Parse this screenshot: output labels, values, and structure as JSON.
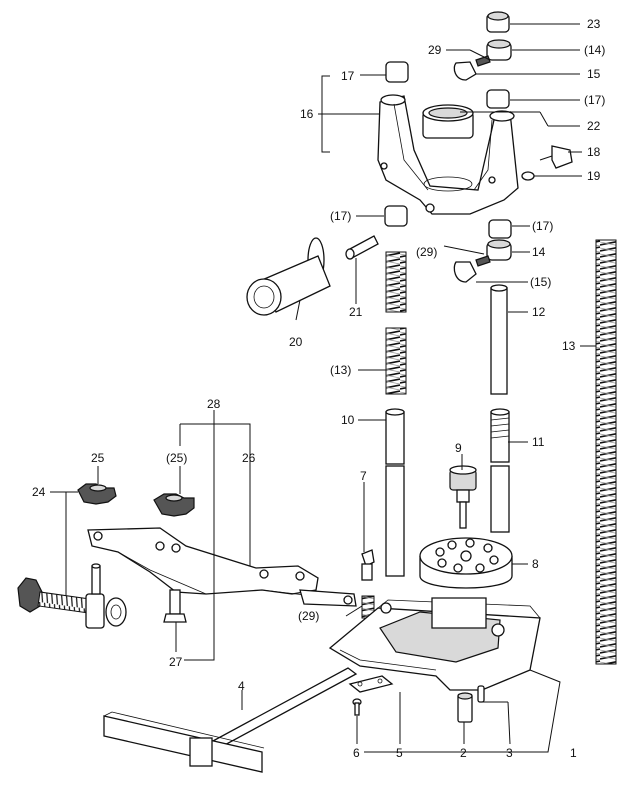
{
  "callouts": {
    "p23": "23",
    "p29a": "29",
    "p14a": "(14)",
    "p17a": "17",
    "p15a": "15",
    "p17b": "(17)",
    "p16": "16",
    "p22": "22",
    "p18": "18",
    "p19": "19",
    "p17c": "(17)",
    "p17d": "(17)",
    "p29b": "(29)",
    "p14b": "14",
    "p15b": "(15)",
    "p12": "12",
    "p21": "21",
    "p20": "20",
    "p13a": "(13)",
    "p13b": "13",
    "p28": "28",
    "p10": "10",
    "p9": "9",
    "p11": "11",
    "p25a": "25",
    "p25b": "(25)",
    "p26": "26",
    "p24": "24",
    "p7": "7",
    "p8": "8",
    "p29c": "(29)",
    "p27": "27",
    "p4": "4",
    "p6": "6",
    "p5": "5",
    "p2": "2",
    "p3": "3",
    "p1": "1"
  }
}
